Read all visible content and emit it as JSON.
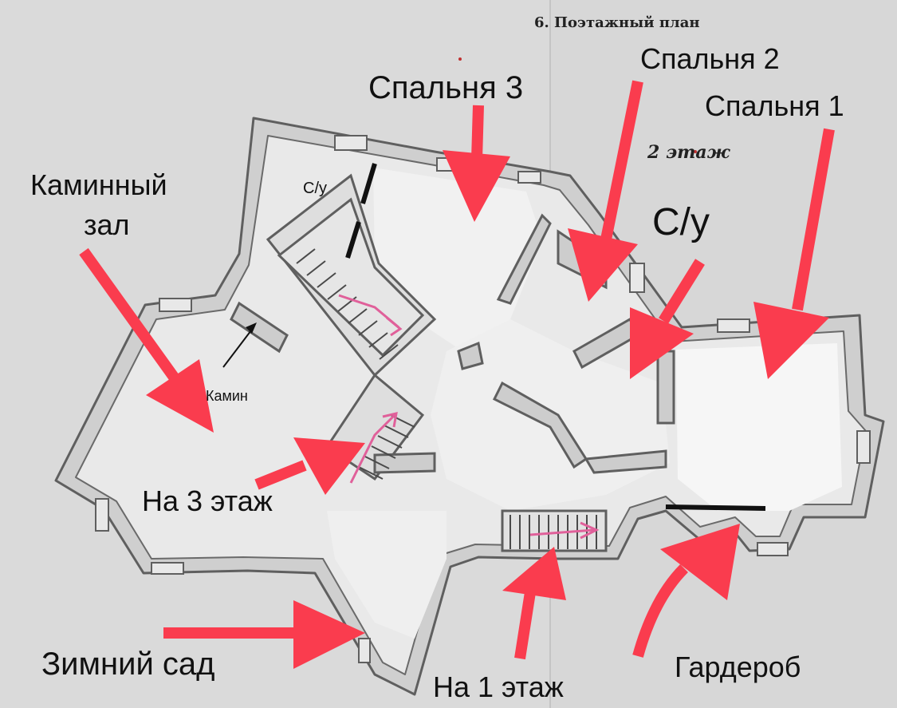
{
  "document": {
    "title": "6. Поэтажный план",
    "floor": "2 этаж"
  },
  "labels": {
    "bedroom_3": "Спальня 3",
    "bedroom_2": "Спальня 2",
    "bedroom_1": "Спальня 1",
    "fireplace_hall": [
      "Каминный",
      "зал"
    ],
    "bathroom_small": "С/у",
    "bathroom_big": "С/у",
    "fireplace": "Камин",
    "to_3rd_floor": "На 3 этаж",
    "winter_garden": "Зимний сад",
    "to_1st_floor": "На 1 этаж",
    "wardrobe": "Гардероб"
  },
  "colors": {
    "arrow": "#fa3c4e",
    "wall": "#5f5f5f",
    "wall_fill": "#cfcfcf",
    "floor_fill": "#ebebeb",
    "paper": "#d7d7d7",
    "stair_arrow": "#e0609a"
  }
}
